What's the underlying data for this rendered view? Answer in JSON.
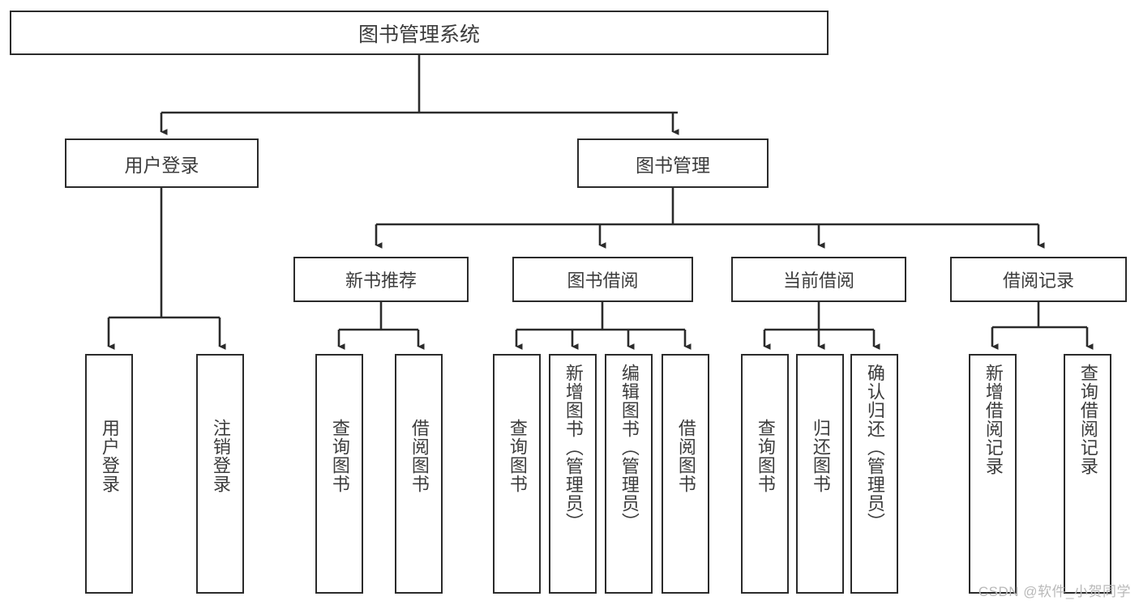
{
  "diagram": {
    "title": "图书管理系统",
    "type": "tree-hierarchy-diagram",
    "root": {
      "label": "图书管理系统"
    },
    "level1": [
      {
        "label": "用户登录"
      },
      {
        "label": "图书管理"
      }
    ],
    "level2": [
      {
        "label": "新书推荐"
      },
      {
        "label": "图书借阅"
      },
      {
        "label": "当前借阅"
      },
      {
        "label": "借阅记录"
      }
    ],
    "leaves": {
      "user_login": [
        {
          "label": "用户登录"
        },
        {
          "label": "注销登录"
        }
      ],
      "new_book_recommend": [
        {
          "label": "查询图书"
        },
        {
          "label": "借阅图书"
        }
      ],
      "book_borrow": [
        {
          "label": "查询图书"
        },
        {
          "label": "新增图书（管理员）"
        },
        {
          "label": "编辑图书（管理员）"
        },
        {
          "label": "借阅图书"
        }
      ],
      "current_borrow": [
        {
          "label": "查询图书"
        },
        {
          "label": "归还图书"
        },
        {
          "label": "确认归还（管理员）"
        }
      ],
      "borrow_record": [
        {
          "label": "新增借阅记录"
        },
        {
          "label": "查询借阅记录"
        }
      ]
    }
  },
  "watermark": {
    "text": "CSDN @软件_小贺同学"
  },
  "colors": {
    "border": "#2b2b2b",
    "text": "#3c3c3c",
    "background": "#ffffff",
    "watermark": "#b9b9b9"
  }
}
